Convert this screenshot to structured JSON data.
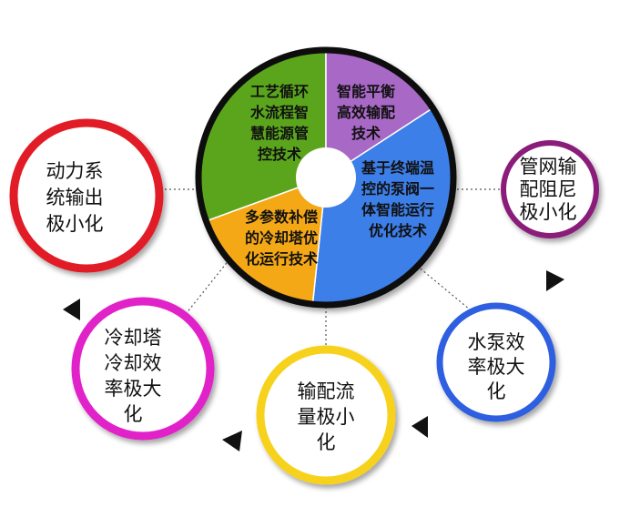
{
  "center_wheel": {
    "segments": [
      {
        "id": "process",
        "lines": [
          "工艺循环",
          "水流程智",
          "慧能源管",
          "控技术"
        ],
        "color": "#5aa51e"
      },
      {
        "id": "balance",
        "lines": [
          "智能平衡",
          "高效输配",
          "技术"
        ],
        "color": "#a868c6"
      },
      {
        "id": "terminal",
        "lines": [
          "基于终端温",
          "控的泵阀一",
          "体智能运行",
          "优化技术"
        ],
        "color": "#3e7fe8"
      },
      {
        "id": "tower",
        "lines": [
          "多参数补偿",
          "的冷却塔优",
          "化运行技术"
        ],
        "color": "#f5a818"
      }
    ]
  },
  "outer_nodes": [
    {
      "id": "power",
      "lines": [
        "动力系",
        "统输出",
        "极小化"
      ],
      "ring_color": "#e11e26"
    },
    {
      "id": "pipe",
      "lines": [
        "管网输",
        "配阻尼",
        "极小化"
      ],
      "ring_color": "#8a1f7a"
    },
    {
      "id": "cooling",
      "lines": [
        "冷却塔",
        "冷却效",
        "率极大",
        "化"
      ],
      "ring_color": "#e020c8"
    },
    {
      "id": "flow",
      "lines": [
        "输配流",
        "量极小",
        "化"
      ],
      "ring_color": "#f7d21c"
    },
    {
      "id": "pump",
      "lines": [
        "水泵效",
        "率极大",
        "化"
      ],
      "ring_color": "#2e5fe0"
    }
  ]
}
